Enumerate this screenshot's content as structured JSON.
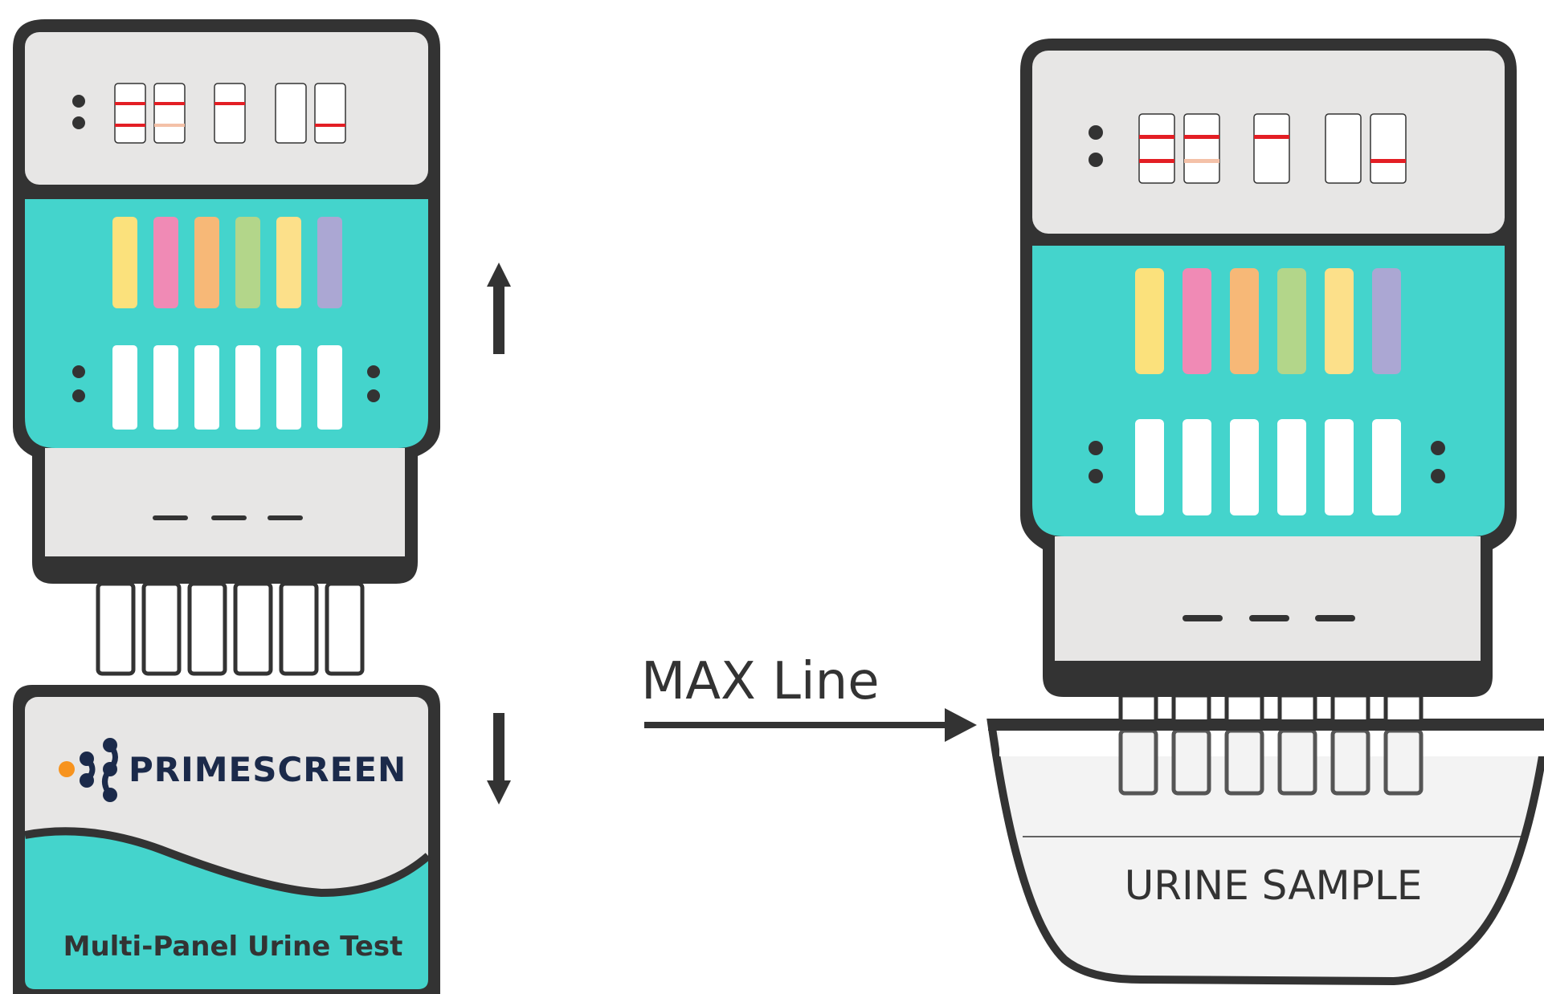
{
  "brand": {
    "name": "PRIMESCREEN",
    "product": "Multi-Panel Urine Test",
    "logo_dot_color": "#F7931E",
    "logo_color": "#1B2A4A"
  },
  "labels": {
    "max_line": "MAX Line",
    "urine_sample": "URINE SAMPLE"
  },
  "colors": {
    "outline": "#333333",
    "body_gray": "#E7E6E5",
    "teal": "#44D4CC",
    "result_red": "#E31E24",
    "faint_line": "#F4C1A8",
    "panel_colors": [
      "#FBE17C",
      "#F08AB5",
      "#F7B877",
      "#B3D68A",
      "#FCE08A",
      "#ABA7D3"
    ]
  },
  "icons": {
    "up_arrow": "arrow-up-icon",
    "down_arrow": "arrow-down-icon",
    "max_arrow": "arrow-right-icon",
    "logo": "primescreen-logo-icon"
  }
}
